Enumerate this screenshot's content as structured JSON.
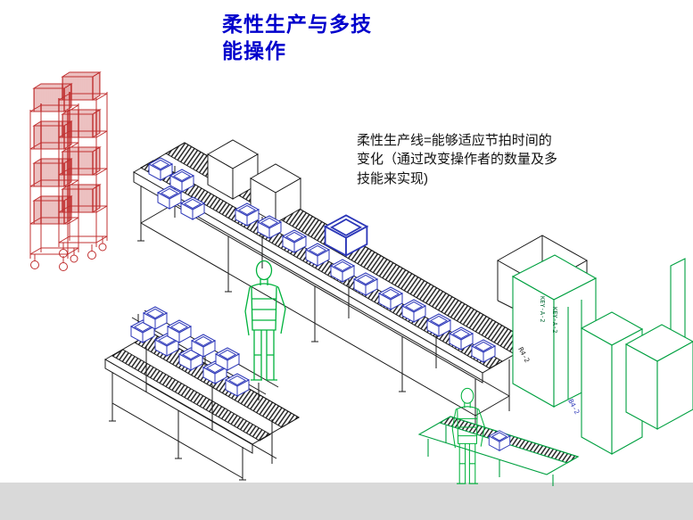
{
  "slide": {
    "background_color": "#ffffff",
    "footer_bar_color": "#d9d9d9",
    "title": {
      "line1": "柔性生产与多技",
      "line2": "能操作",
      "color": "#0000cc"
    },
    "description": {
      "line1": "柔性生产线=能够适应节拍时间的",
      "line2": "变化（通过改变操作者的数量及多",
      "line3": "技能来实现)"
    }
  },
  "diagram": {
    "type": "isometric-cad-flexible-production-line",
    "colors": {
      "cart_red": "#c03030",
      "bench_black": "#1a1a1a",
      "bin_blue": "#2b36b8",
      "figure_green": "#00b23c",
      "machine_green": "#00a040"
    },
    "labels": {
      "machine_vertical_1": "KEY-A-2",
      "machine_vertical_2": "KEY-A-2",
      "station_tag_1": "R4-2",
      "station_tag_2": "B4-2"
    }
  }
}
